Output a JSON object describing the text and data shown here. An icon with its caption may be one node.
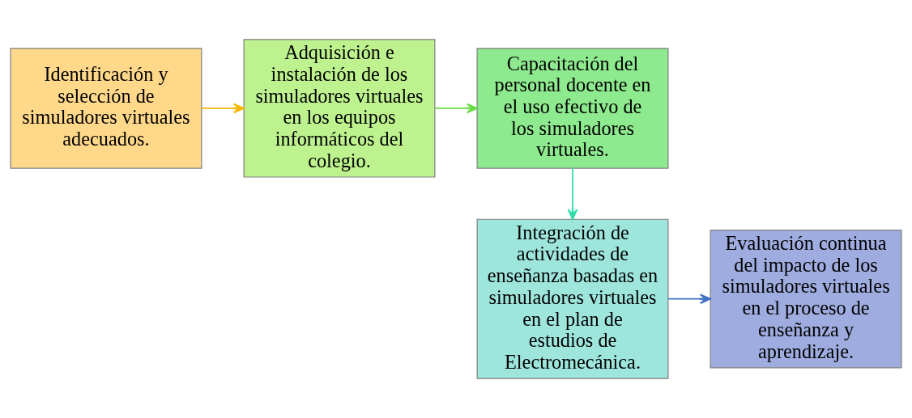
{
  "diagram": {
    "nodes": [
      {
        "text": [
          "Identificación y selección de simuladores virtuales adecuados."
        ]
      },
      {
        "text": [
          "Adquisición e instalación de los simuladores virtuales en los equipos informáticos del colegio."
        ]
      },
      {
        "text": [
          "Capacitación del personal docente en el uso efectivo de los simuladores virtuales."
        ]
      },
      {
        "text": [
          "Integración de actividades de enseñanza basadas en simuladores virtuales en el plan de estudios de Electromecánica."
        ]
      },
      {
        "text": [
          "Evaluación continua del impacto de los simuladores virtuales en el proceso de enseñanza y aprendizaje."
        ]
      }
    ],
    "edges": [
      {
        "from": 0,
        "to": 1,
        "arrow": "to",
        "color": "#f5b800"
      },
      {
        "from": 1,
        "to": 2,
        "arrow": "to",
        "color": "#66dd44"
      },
      {
        "from": 2,
        "to": 3,
        "arrow": "to",
        "color": "#33ddaa"
      },
      {
        "from": 3,
        "to": 4,
        "arrow": "to",
        "color": "#4472c4"
      }
    ]
  }
}
